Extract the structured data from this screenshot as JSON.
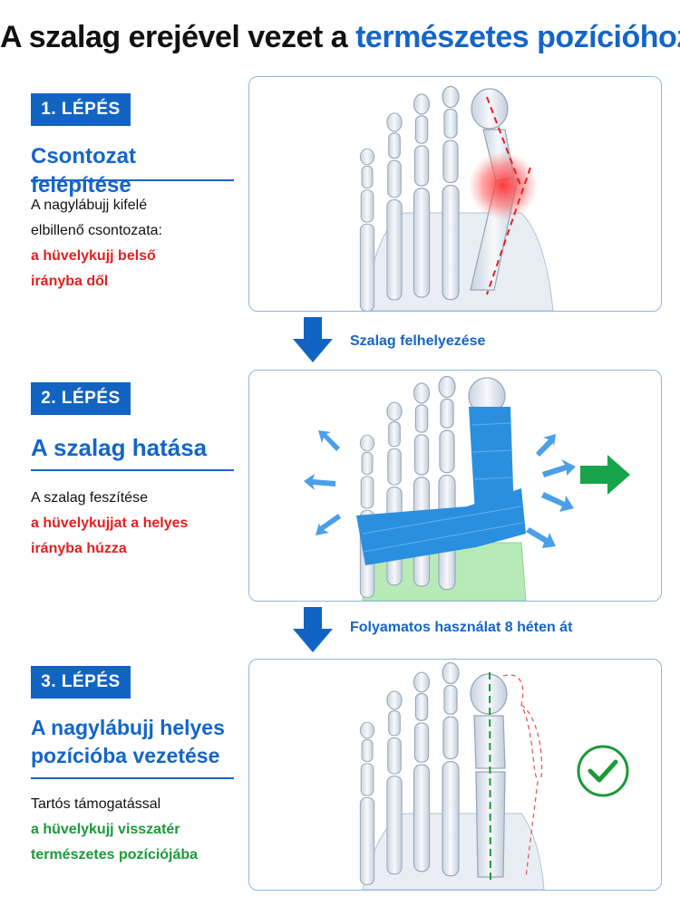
{
  "headline": {
    "part1": "A szalag erejével vezet a ",
    "part2": "természetes pozícióhoz."
  },
  "colors": {
    "brand_blue": "#1264c2",
    "accent_red": "#e32020",
    "accent_green": "#1a9a3a",
    "tape_blue": "#2b8fe0"
  },
  "steps": [
    {
      "badge": "1. LÉPÉS",
      "title": [
        "Csontozat felépítése"
      ],
      "desc": [
        {
          "text": "A nagylábujj kifelé",
          "style": "normal"
        },
        {
          "text": "elbillenő csontozata:",
          "style": "normal"
        },
        {
          "text": "a hüvelykujj belső",
          "style": "red"
        },
        {
          "text": "irányba dől",
          "style": "red"
        }
      ],
      "illustration": "foot-skeleton-bunion"
    },
    {
      "badge": "2. LÉPÉS",
      "title": [
        "A szalag hatása"
      ],
      "desc": [
        {
          "text": "A szalag feszítése",
          "style": "normal"
        },
        {
          "text": "a hüvelykujjat a helyes",
          "style": "red"
        },
        {
          "text": "irányba húzza",
          "style": "red"
        }
      ],
      "illustration": "foot-skeleton-taped"
    },
    {
      "badge": "3. LÉPÉS",
      "title": [
        "A nagylábujj helyes",
        "pozícióba vezetése"
      ],
      "desc": [
        {
          "text": "Tartós támogatással",
          "style": "normal"
        },
        {
          "text": "a hüvelykujj visszatér",
          "style": "green"
        },
        {
          "text": "természetes pozíciójába",
          "style": "green"
        }
      ],
      "illustration": "foot-skeleton-corrected"
    }
  ],
  "transitions": [
    {
      "label": "Szalag felhelyezése",
      "icon": "arrow-down-icon"
    },
    {
      "label": "Folyamatos használat 8 héten át",
      "icon": "arrow-down-icon"
    }
  ]
}
